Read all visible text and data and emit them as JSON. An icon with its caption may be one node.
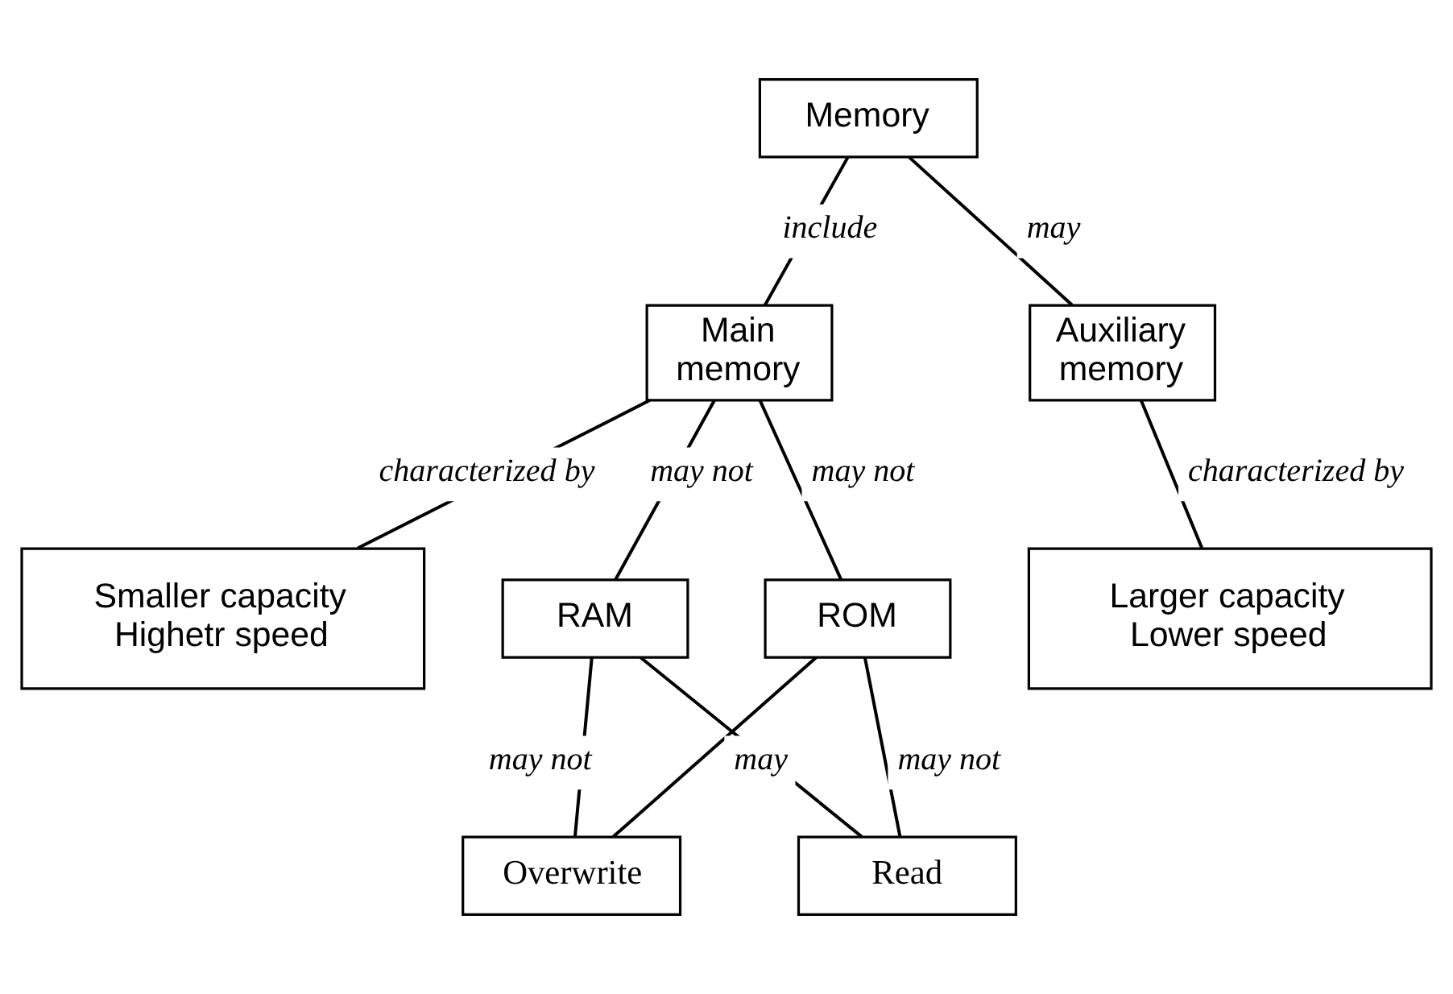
{
  "diagram": {
    "nodes": [
      {
        "text": [
          "Memory"
        ]
      },
      {
        "text": [
          "Main memory"
        ]
      },
      {
        "text": [
          "Auxiliary memory"
        ]
      },
      {
        "text": [
          "Smaller capacity Highetr speed"
        ]
      },
      {
        "text": [
          "RAM"
        ]
      },
      {
        "text": [
          "ROM"
        ]
      },
      {
        "text": [
          "Larger capacity Lower speed"
        ]
      },
      {
        "text": [
          "Overwrite"
        ]
      },
      {
        "text": [
          "Read"
        ]
      }
    ],
    "edges": [
      {
        "from": 0,
        "to": 1,
        "arrow": "none",
        "label": "include"
      },
      {
        "from": 0,
        "to": 2,
        "arrow": "none",
        "label": "may"
      },
      {
        "from": 1,
        "to": 3,
        "arrow": "none",
        "label": "characterized by"
      },
      {
        "from": 1,
        "to": 4,
        "arrow": "none",
        "label": "may not"
      },
      {
        "from": 1,
        "to": 5,
        "arrow": "none",
        "label": "may not"
      },
      {
        "from": 2,
        "to": 6,
        "arrow": "none",
        "label": "characterized by"
      },
      {
        "from": 4,
        "to": 7,
        "arrow": "none",
        "label": "may not"
      },
      {
        "from": 5,
        "to": 7,
        "arrow": "none",
        "label": "may"
      },
      {
        "from": 4,
        "to": 8,
        "arrow": "none"
      },
      {
        "from": 5,
        "to": 8,
        "arrow": "none",
        "label": "may not"
      }
    ]
  }
}
